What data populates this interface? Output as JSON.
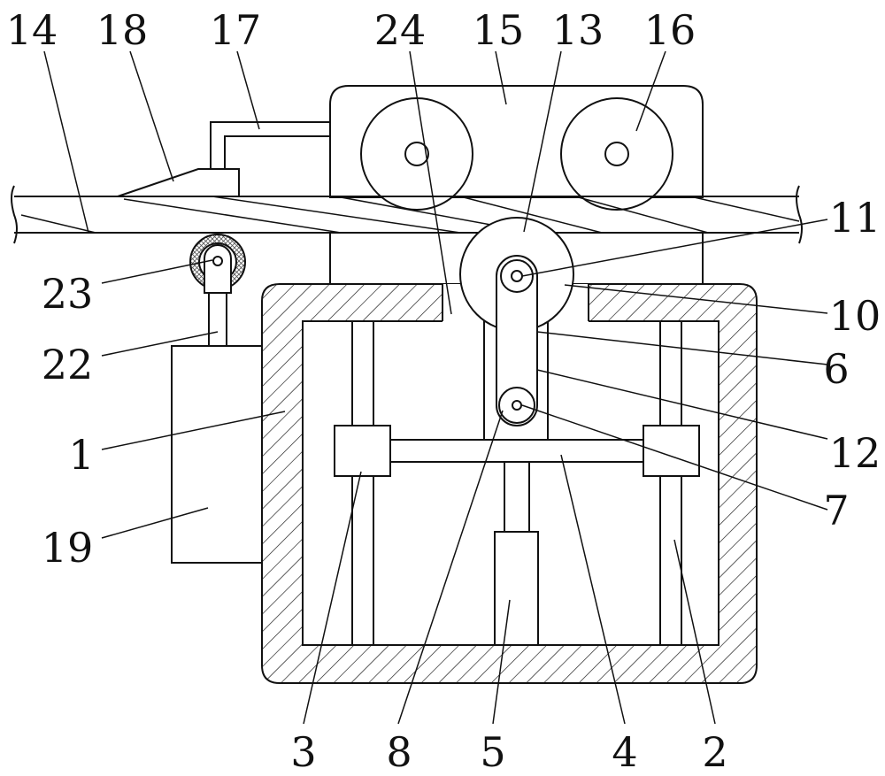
{
  "diagram": {
    "labels": {
      "l14": "14",
      "l18": "18",
      "l17": "17",
      "l24": "24",
      "l15": "15",
      "l13": "13",
      "l16": "16",
      "l11": "11",
      "l10": "10",
      "l6": "6",
      "l12": "12",
      "l7": "7",
      "l23": "23",
      "l22": "22",
      "l1": "1",
      "l19": "19",
      "l3": "3",
      "l8": "8",
      "l5": "5",
      "l4": "4",
      "l2": "2"
    },
    "colors": {
      "line": "#111111",
      "background": "#ffffff",
      "roller_hatch": "#555555"
    }
  }
}
